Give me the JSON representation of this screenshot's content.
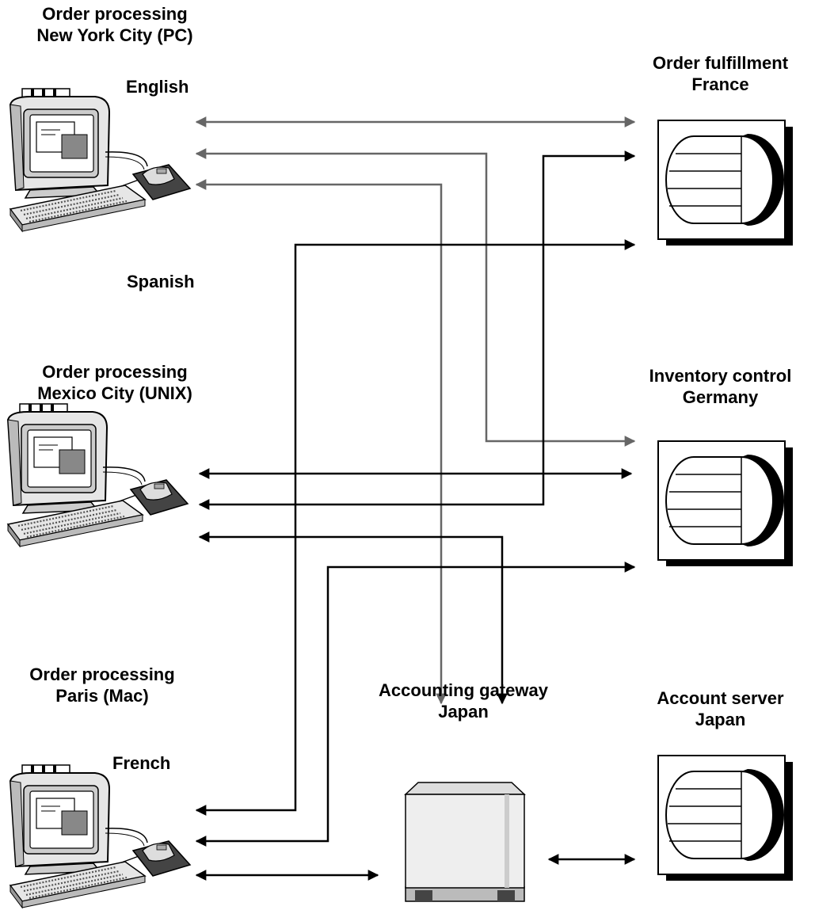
{
  "nodes": {
    "client_nyc": {
      "line1": "Order processing",
      "line2": "New York City (PC)",
      "language": "English"
    },
    "client_mexico": {
      "line1": "Order processing",
      "line2": "Mexico City (UNIX)",
      "language": "Spanish"
    },
    "client_paris": {
      "line1": "Order processing",
      "line2": "Paris (Mac)",
      "language": "French"
    },
    "server_france": {
      "line1": "Order fulfillment",
      "line2": "France"
    },
    "server_germany": {
      "line1": "Inventory control",
      "line2": "Germany"
    },
    "gateway_japan": {
      "line1": "Accounting gateway",
      "line2": "Japan"
    },
    "server_japan": {
      "line1": "Account server",
      "line2": "Japan"
    }
  },
  "colors": {
    "connector_gray": "#666666",
    "connector_black": "#000000",
    "computer_body": "#e6e6e6",
    "computer_screen": "#ffffff",
    "computer_shade": "#999999",
    "gateway_body": "#eeeeee",
    "mouse_pad": "#444444"
  },
  "icons": {
    "client": "desktop-computer-icon",
    "server": "database-server-icon",
    "gateway": "tower-server-icon"
  }
}
